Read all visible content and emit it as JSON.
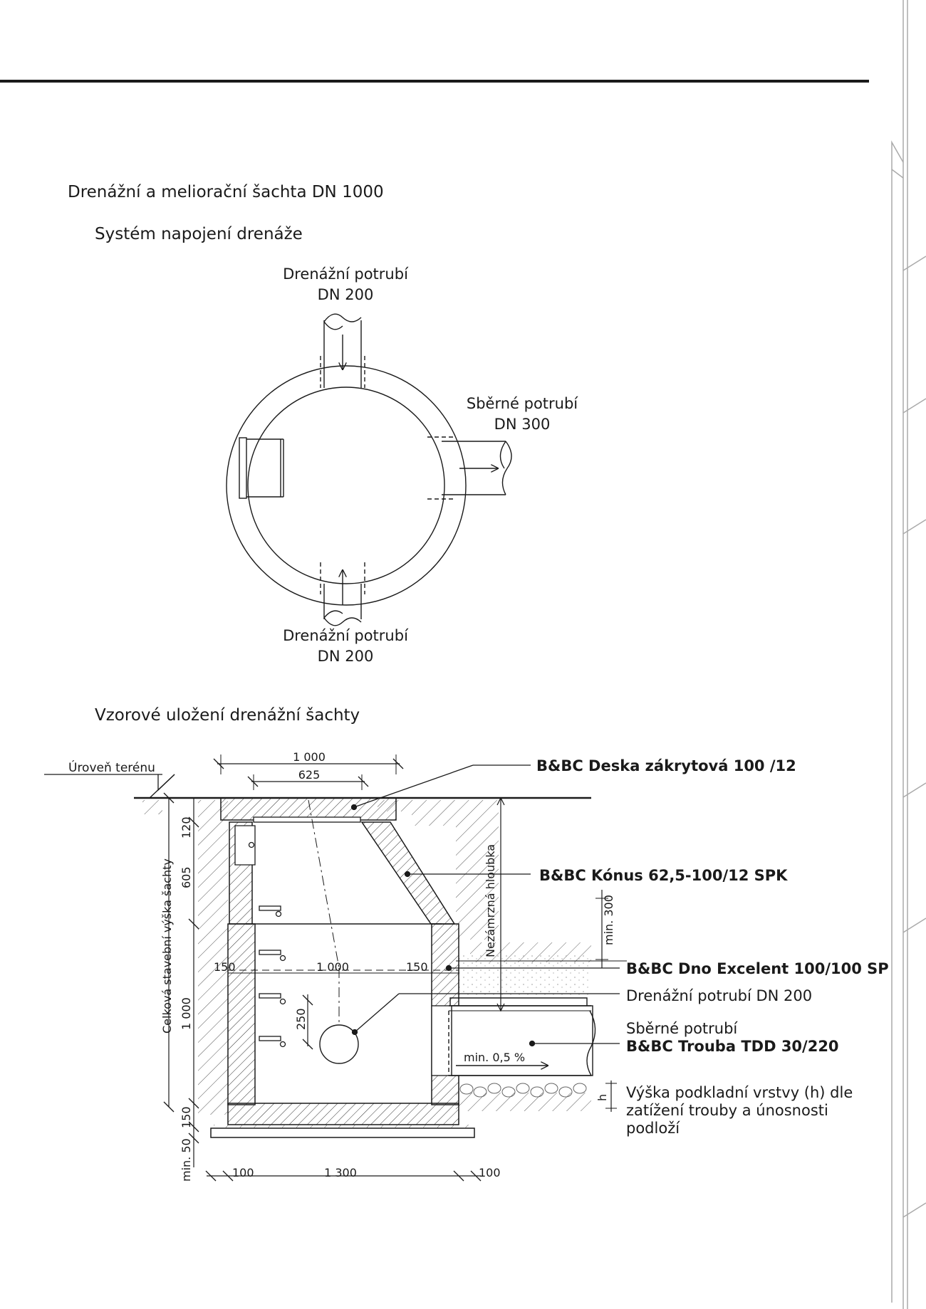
{
  "page": {
    "title": "Drenážní a meliorační šachta DN 1000"
  },
  "plan": {
    "heading": "Systém napojení drenáže",
    "top_pipe": {
      "line1": "Drenážní potrubí",
      "line2": "DN 200"
    },
    "right_pipe": {
      "line1": "Sběrné potrubí",
      "line2": "DN 300"
    },
    "bottom_pipe": {
      "line1": "Drenážní potrubí",
      "line2": "DN 200"
    }
  },
  "section": {
    "heading": "Vzorové uložení drenážní šachty",
    "terrain": "Úroveň terénu",
    "dims": {
      "cover_width": "1 000",
      "cover_opening": "625",
      "cover_h": "120",
      "cone_h": "605",
      "base_h": "1 000",
      "bottom_slab": "150",
      "gravel": "min. 50",
      "wall_left": "150",
      "inner": "1 000",
      "wall_right": "150",
      "pipe_offset": "250",
      "side_left": "100",
      "total_w": "1 300",
      "side_right": "100",
      "min300": "min. 300",
      "h": "h",
      "slope": "min. 0,5 %"
    },
    "vertical_labels": {
      "total_height": "Celková stavební výška šachty",
      "frost": "Nezámrzná hloubka"
    },
    "callouts": {
      "cover": "B&BC Deska zákrytová 100 /12",
      "cone": "B&BC Kónus 62,5-100/12 SPK",
      "base": "B&BC Dno Excelent 100/100 SP",
      "drain": "Drenážní potrubí DN 200",
      "collector1": "Sběrné potrubí",
      "collector2": "B&BC Trouba TDD 30/220",
      "bedding1": "Výška podkladní vrstvy (h) dle",
      "bedding2": "zatížení trouby a únosnosti",
      "bedding3": "podloží"
    }
  }
}
